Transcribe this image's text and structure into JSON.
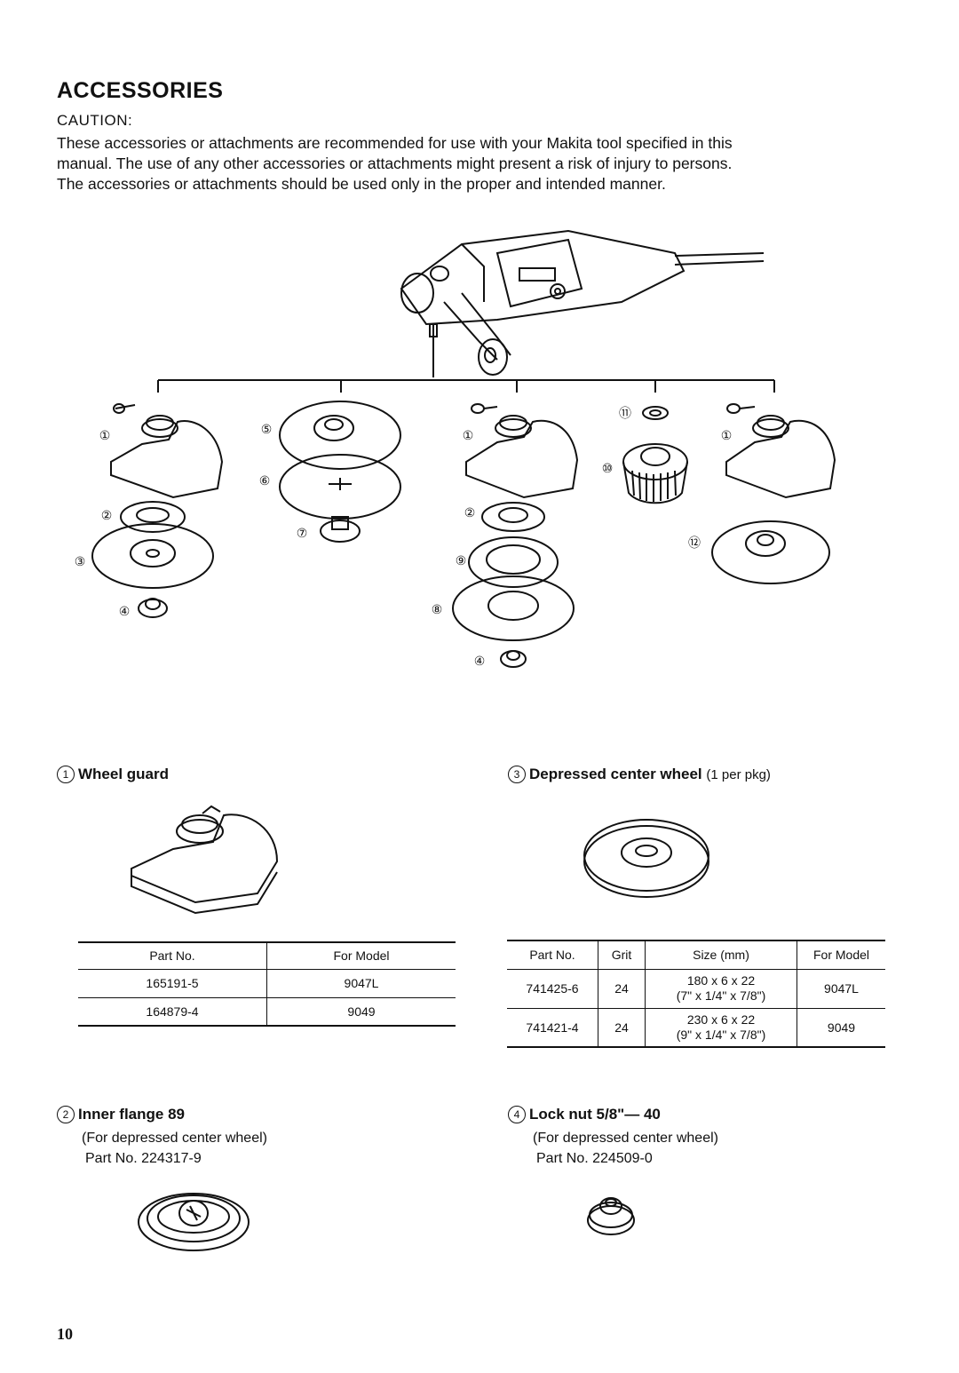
{
  "page": {
    "title": "ACCESSORIES",
    "caution_label": "CAUTION:",
    "intro": [
      "These accessories or attachments are recommended for use with your Makita tool specified in this",
      "manual. The use of any other accessories or attachments might present a risk of injury to persons.",
      "The accessories or attachments should be used only in the proper and intended manner."
    ],
    "page_number": "10"
  },
  "diagram": {
    "callouts": [
      "①",
      "⑤",
      "⑥",
      "②",
      "③",
      "④",
      "⑦",
      "①",
      "⑪",
      "⑩",
      "①",
      "②",
      "⑨",
      "⑧",
      "④",
      "⑫"
    ]
  },
  "wheel_guard": {
    "number": "1",
    "title": "Wheel guard",
    "table": {
      "headers": [
        "Part No.",
        "For Model"
      ],
      "rows": [
        [
          "165191-5",
          "9047L"
        ],
        [
          "164879-4",
          "9049"
        ]
      ]
    }
  },
  "depressed_wheel": {
    "number": "3",
    "title": "Depressed center wheel",
    "subtitle": "(1 per pkg)",
    "table": {
      "headers": [
        "Part No.",
        "Grit",
        "Size (mm)",
        "For Model"
      ],
      "rows": [
        {
          "part": "741425-6",
          "grit": "24",
          "size_mm": "180 x 6 x 22",
          "size_in": "(7\" x 1/4\" x 7/8\")",
          "model": "9047L"
        },
        {
          "part": "741421-4",
          "grit": "24",
          "size_mm": "230 x 6 x 22",
          "size_in": "(9\" x 1/4\" x 7/8\")",
          "model": "9049"
        }
      ]
    }
  },
  "inner_flange": {
    "number": "2",
    "title": "Inner flange 89",
    "note": "(For depressed center wheel)",
    "part": "Part No. 224317-9"
  },
  "lock_nut": {
    "number": "4",
    "title": "Lock nut 5/8\"— 40",
    "note": "(For depressed center wheel)",
    "part": "Part No. 224509-0"
  }
}
